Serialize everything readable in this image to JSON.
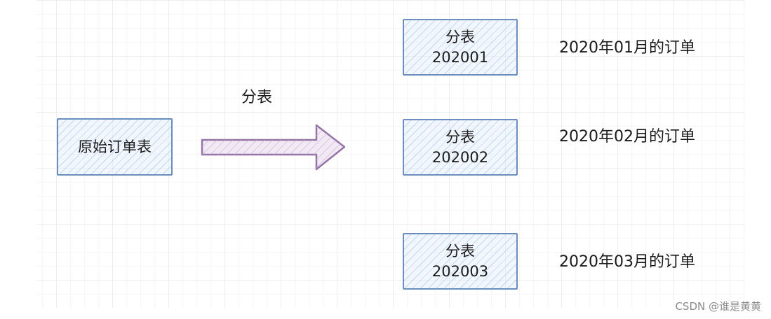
{
  "diagram": {
    "source_table": {
      "label": "原始订单表"
    },
    "arrow": {
      "label": "分表"
    },
    "shards": [
      {
        "name": "分表",
        "suffix": "202001",
        "description": "2020年01月的订单"
      },
      {
        "name": "分表",
        "suffix": "202002",
        "description": "2020年02月的订单"
      },
      {
        "name": "分表",
        "suffix": "202003",
        "description": "2020年03月的订单"
      }
    ]
  },
  "watermark": "CSDN @谁是黄黄",
  "colors": {
    "box_border": "#6c8ebf",
    "box_fill": "#dae8fc",
    "arrow_border": "#9673a6",
    "arrow_fill": "#e1d5e7",
    "grid": "#e8e8e8"
  }
}
